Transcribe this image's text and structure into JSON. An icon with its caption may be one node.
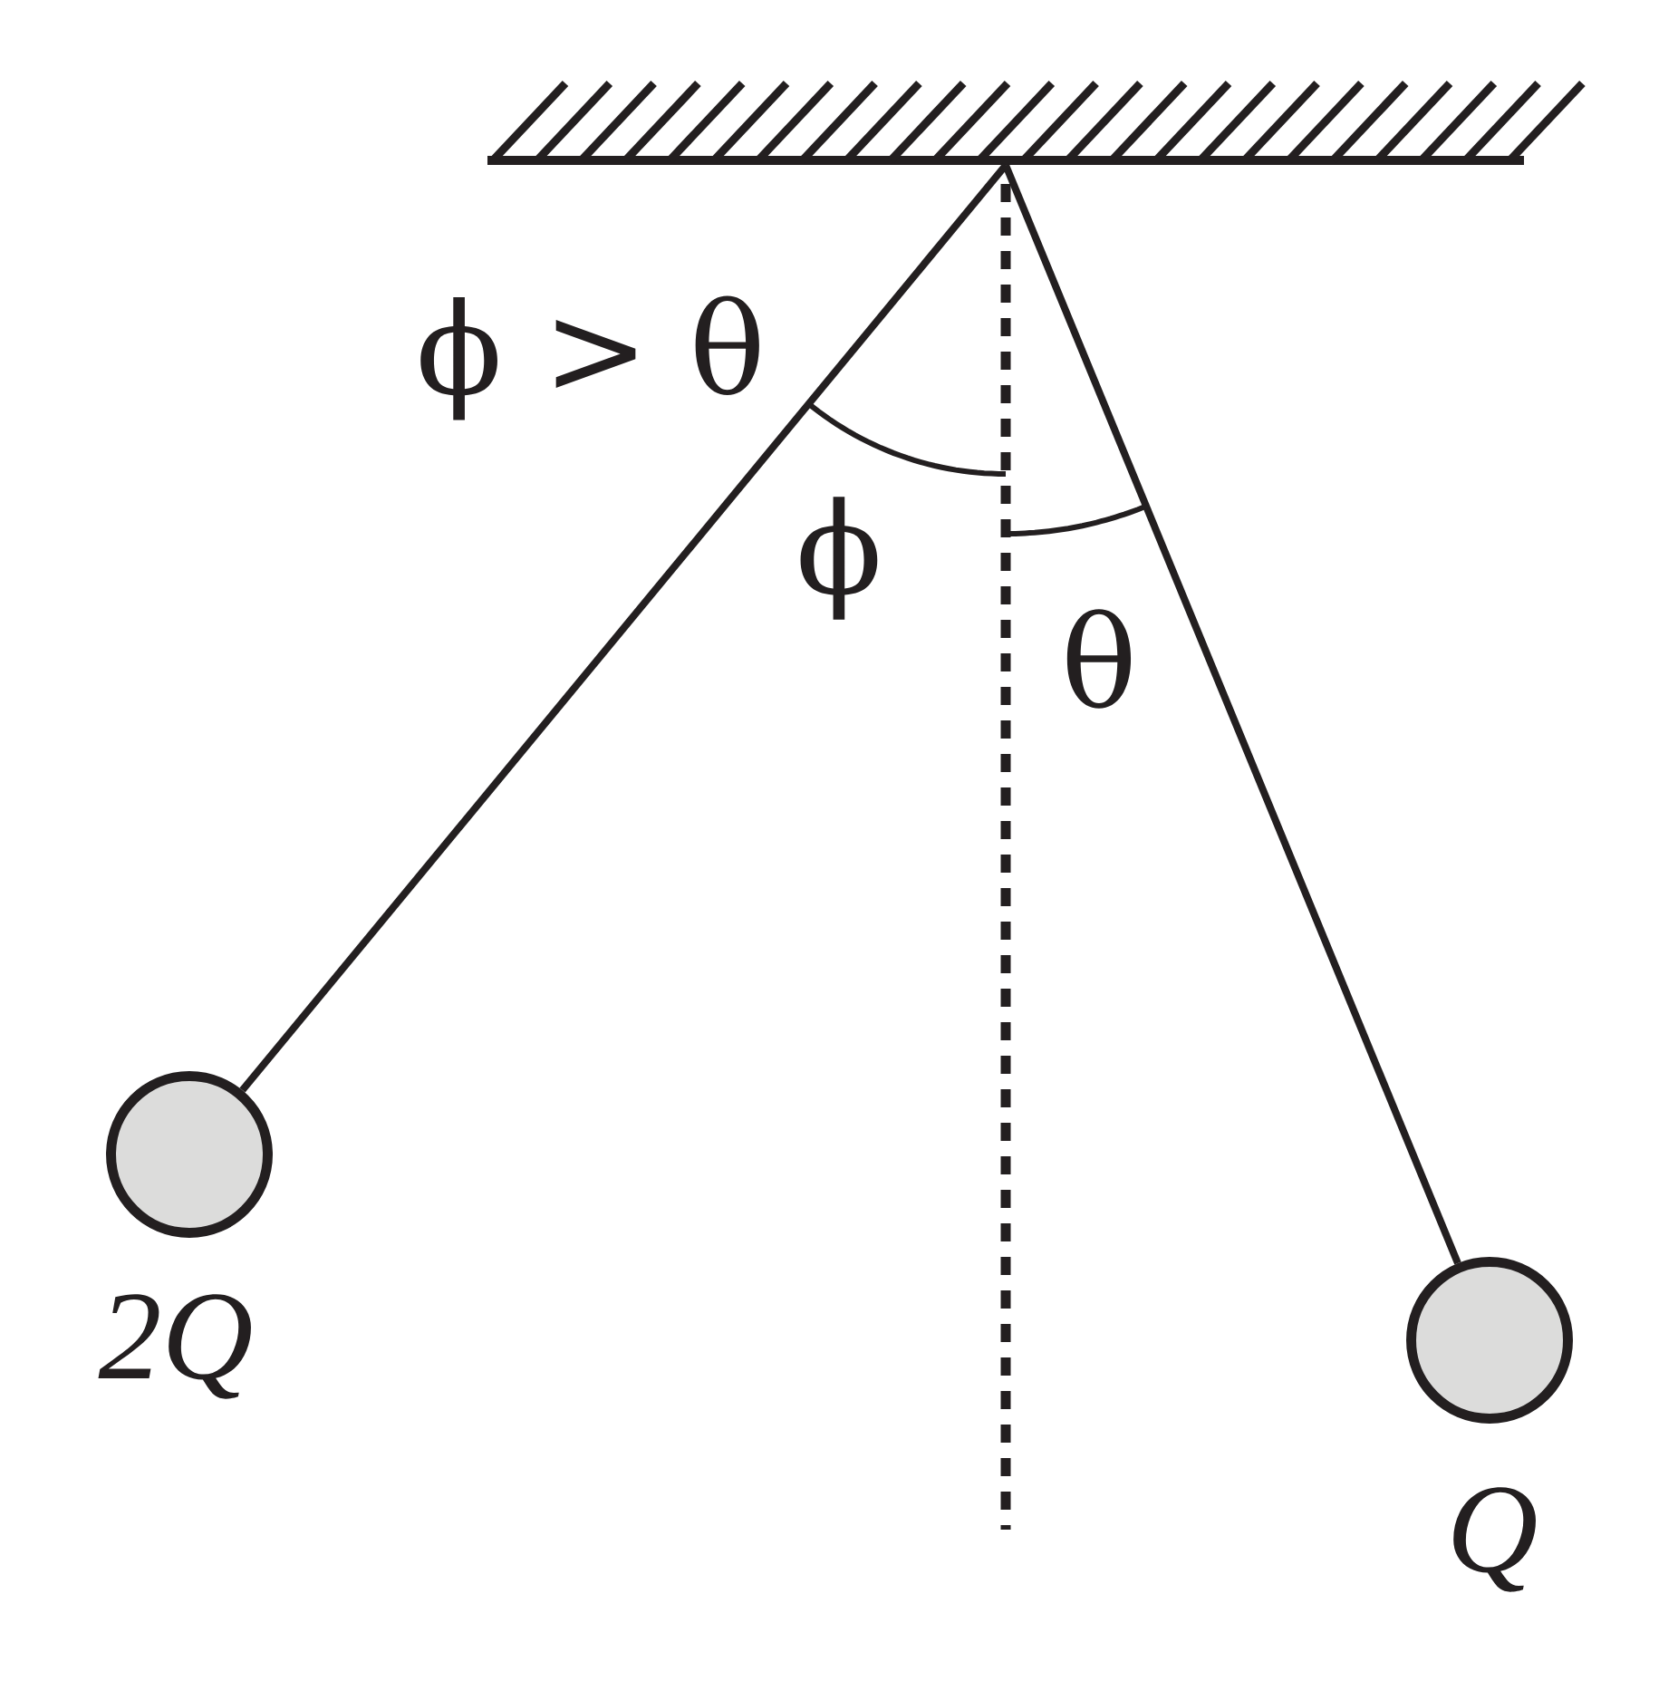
{
  "diagram": {
    "nodes": [
      {
        "text": [],
        "shape": "bar"
      },
      {
        "text": [],
        "shape": "circle",
        "beside": [
          "2Q"
        ]
      },
      {
        "text": [],
        "shape": "circle",
        "beside": [
          "Q"
        ]
      }
    ],
    "edges": [
      {
        "from": 0,
        "to": 1,
        "arrow": "none"
      },
      {
        "from": 0,
        "to": 2,
        "arrow": "none"
      }
    ],
    "labels": [
      "ϕ > θ",
      "ϕ",
      "θ"
    ]
  }
}
